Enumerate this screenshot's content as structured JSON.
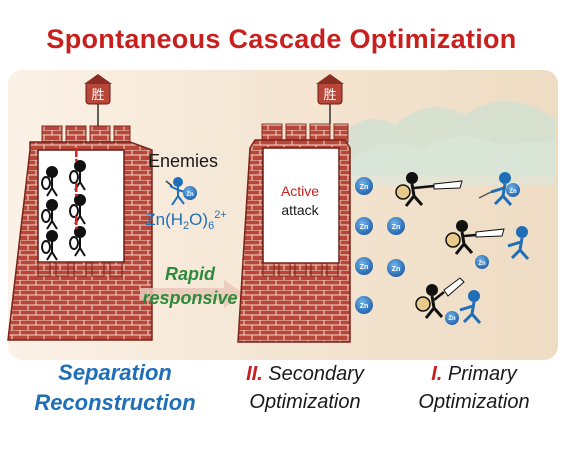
{
  "title": "Spontaneous Cascade Optimization",
  "tower_flag_char": "胜",
  "middle": {
    "enemies_label": "Enemies",
    "ion_badge": "Zn",
    "formula_main": "Zn(H",
    "formula_sub": "2",
    "formula_tail": "O)",
    "formula_sub2": "6",
    "formula_sup": "2+",
    "rapid_line1": "Rapid",
    "rapid_line2": "responsive"
  },
  "wall_text": {
    "line1": "Active",
    "line2": "attack"
  },
  "captions": {
    "left_line1": "Separation",
    "left_line2": "Reconstruction",
    "secondary_roman": "II.",
    "secondary_word": "Secondary",
    "secondary_line2": "Optimization",
    "primary_roman": "I.",
    "primary_word": "Primary",
    "primary_line2": "Optimization"
  },
  "colors": {
    "title_red": "#c8201e",
    "brick": "#b8473a",
    "zn_blue": "#1f6fb8",
    "rapid_green": "#2c8a3a",
    "background_panel": "#f6ead9"
  }
}
